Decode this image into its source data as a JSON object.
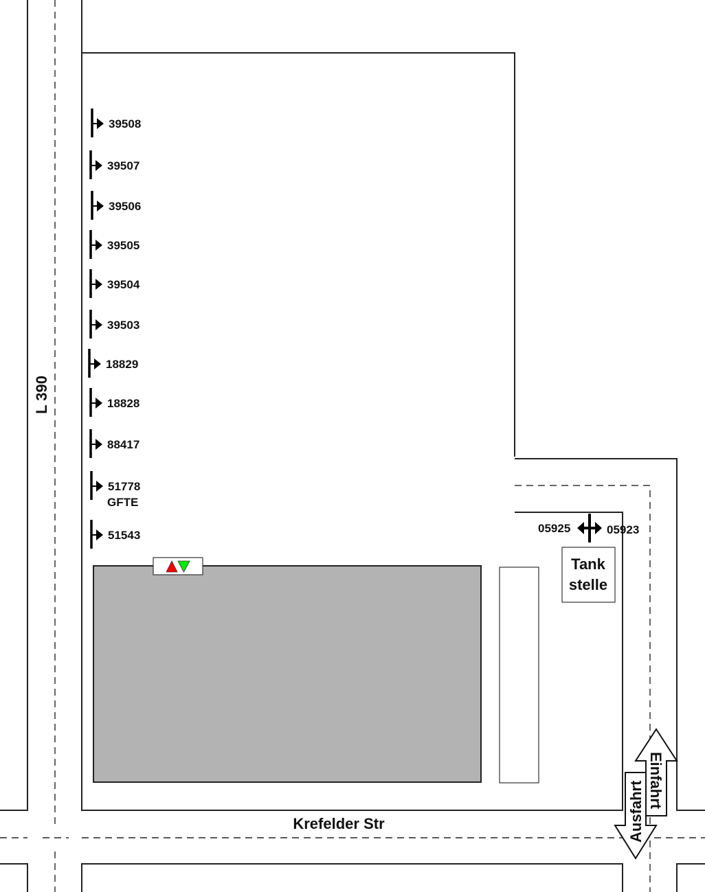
{
  "roads": {
    "vertical_name": "L 390",
    "horizontal_name": "Krefelder Str"
  },
  "signs": [
    {
      "id": "39508"
    },
    {
      "id": "39507"
    },
    {
      "id": "39506"
    },
    {
      "id": "39505"
    },
    {
      "id": "39504"
    },
    {
      "id": "39503"
    },
    {
      "id": "18829"
    },
    {
      "id": "18828"
    },
    {
      "id": "88417"
    },
    {
      "id": "51778",
      "sub": "GFTE"
    },
    {
      "id": "51543"
    }
  ],
  "gas_station": {
    "label_line1": "Tank",
    "label_line2": "stelle",
    "sign_left": "05925",
    "sign_right": "05923"
  },
  "access": {
    "entry": "Einfahrt",
    "exit": "Ausfahrt"
  },
  "colors": {
    "building": "#b3b3b3",
    "signal_red": "#ff0000",
    "signal_green": "#00ee00"
  }
}
